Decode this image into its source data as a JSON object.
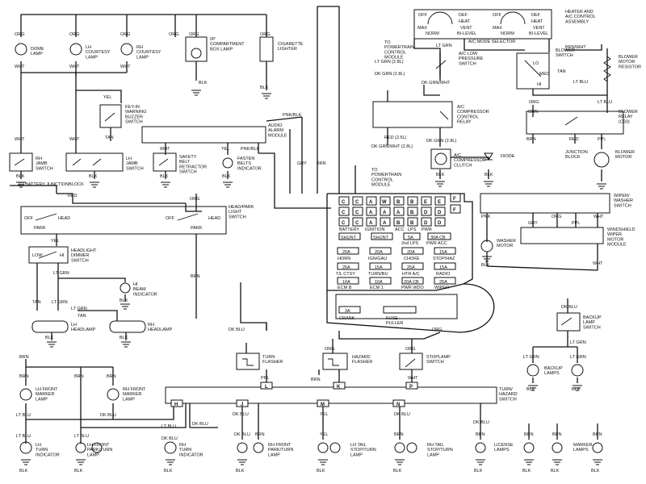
{
  "components": {
    "dome_lamp": "DOME\nLAMP",
    "lh_courtesy_lamp": "LH\nCOURTESY\nLAMP",
    "rh_courtesy_lamp": "RH\nCOURTESY\nLAMP",
    "ip_compartment_box_lamp": "I/P\nCOMPARTMENT\nBOX LAMP",
    "cigarette_lighter": "CIGARETTE\nLIGHTER",
    "key_in_warning_buzzer_switch": "KEY-IN\nWARNING\nBUZZER\nSWITCH",
    "audio_alarm_module": "AUDIO\nALARM\nMODULE",
    "rh_jamb_switch": "RH\nJAMB\nSWITCH",
    "lh_jamb_switch": "LH\nJAMB\nSWITCH",
    "safety_belt_retractor_switch": "SAFETY\nBELT\nRETRACTOR\nSWITCH",
    "fasten_belts_indicator": "FASTEN\nBELTS\nINDICATOR",
    "heater_ac_control_assembly": "HEATER AND\nA/C CONTROL\nASSEMBLY",
    "ac_mode_selector": "A/C MODE SELECTOR",
    "to_powertrain_control_module_1": "TO\nPOWERTRAIN\nCONTROL\nMODULE",
    "ac_low_pressure_switch": "A/C LOW\nPRESSURE\nSWITCH",
    "blower_switch": "BLOWER\nSWITCH",
    "blower_motor_resistor": "BLOWER\nMOTOR\nRESISTOR",
    "ac_compressor_control_relay": "A/C\nCOMPRESSOR\nCONTROL\nRELAY",
    "blower_relay": "BLOWER\nRELAY\n(C60)",
    "ac_compressor_clutch": "A/C\nCOMPRESSOR\nCLUTCH",
    "diode": "DIODE",
    "to_powertrain_control_module_2": "TO\nPOWERTRAIN\nCONTROL\nMODULE",
    "junction_block": "JUNCTION\nBLOCK",
    "blower_motor": "BLOWER\nMOTOR",
    "to_battery_junction_block": "TO BATTERY JUNCTIONBLOCK",
    "head_park_light_switch": "HEAD/PARK\nLIGHT\nSWITCH",
    "headlight_dimmer_switch": "HEADLIGHT\nDIMMER\nSWITCH",
    "hi_beam_indicator": "HI\nBEAM\nINDICATOR",
    "lh_headlamp": "LH\nHEADLAMP",
    "rh_headlamp": "RH\nHEADLAMP",
    "wiper_washer_switch": "WIPER/\nWASHER\nSWITCH",
    "washer_motor": "WASHER\nMOTOR",
    "windshield_wiper_motor_module": "WINDSHIELD\nWIPER\nMOTOR\nMODULE",
    "turn_flasher": "TURN\nFLASHER",
    "hazard_flasher": "HAZARD\nFLASHER",
    "stoplamp_switch": "STOPLAMP\nSWITCH",
    "backup_lamp_switch": "BACKUP\nLAMP\nSWITCH",
    "backup_lamps": "BACKUP\nLAMPS",
    "lh_front_marker_lamp": "LH FRONT\nMARKER\nLAMP",
    "rh_front_marker_lamp": "RH FRONT\nMARKER\nLAMP",
    "turn_hazard_switch": "TURN/\nHAZARD\nSWITCH",
    "lh_turn_indicator": "LH\nTURN\nINDICATOR",
    "lh_front_park_turn_lamp": "LH FRONT\nPARK/TURN\nLAMP",
    "rh_turn_indicator": "RH\nTURN\nINDICATOR",
    "rh_front_park_turn_lamp": "RH FRONT\nPARK/TURN\nLAMP",
    "lh_tail_stop_turn_lamp": "LH TAIL\nSTOP/TURN\nLAMP",
    "rh_tail_stop_turn_lamp": "RH TAIL\nSTOP/TURN\nLAMP",
    "license_lamps": "LICENSE\nLAMPS",
    "marker_lamps": "MARKER\nLAMPS",
    "fuse_puller": "FUSE\nPULLER"
  },
  "ac_positions": {
    "off_1": "OFF",
    "def_1": "DEF",
    "heat_1": "HEAT",
    "max_1": "MAX",
    "vent_1": "VENT",
    "norm_1": "NORM",
    "bi_level_1": "BI-LEVEL",
    "off_2": "OFF",
    "def_2": "DEF",
    "heat_2": "HEAT",
    "max_2": "MAX",
    "vent_2": "VENT",
    "norm_2": "NORM",
    "bi_level_2": "BI-LEVEL",
    "lo": "LO",
    "med": "MED",
    "hi": "HI"
  },
  "switch_positions": {
    "off": "OFF",
    "head": "HEAD",
    "park": "PARK",
    "low": "LOW",
    "hi": "HI",
    "off_b": "OFF",
    "head_b": "HEAD",
    "park_b": "PARK"
  },
  "wire_colors": {
    "org": "ORG",
    "wht": "WHT",
    "blk": "BLK",
    "tan": "TAN",
    "yel": "YEL",
    "pnk_blk": "PNK/BLK",
    "gry": "GRY",
    "brn": "BRN",
    "red": "RED",
    "lt_grn": "LT GRN",
    "dk_blu": "DK BLU",
    "lt_blu": "LT BLU",
    "ppl": "PPL",
    "pnk": "PNK",
    "brn_wht": "BRN/WHT",
    "dk_grn_wht": "DK GRN/WHT",
    "lt_grn_28": "LT GRN (2.8L)",
    "dk_grn_28": "DK GRN (2.8L)",
    "red_25": "RED (2.5L)",
    "dk_grn_wht_28": "DK GRN/WHT (2.8L)",
    "grn": "GRN"
  },
  "connectors": {
    "h": "H",
    "j": "J",
    "m": "M",
    "n": "N",
    "l": "L",
    "k": "K",
    "p": "P",
    "f": "F",
    "e": "E",
    "d": "D",
    "c": "C",
    "a": "A",
    "w": "W",
    "b": "B"
  },
  "fuse_block": {
    "top_labels": [
      "BATTERY",
      "IGNITION",
      "ACC",
      "LPS",
      "PWR"
    ],
    "shunt_1": "SHUNT",
    "shunt_2": "SHUNT",
    "fuse_5a": "5A",
    "fuse_30a_cb": "30A CB",
    "row2_labels": [
      "2nd LPS",
      "PWR ACC"
    ],
    "fuses": [
      {
        "amp": "20A",
        "name": "HORN"
      },
      {
        "amp": "20A",
        "name": "IGN/GAU"
      },
      {
        "amp": "20A",
        "name": "CHOKE"
      },
      {
        "amp": "15A",
        "name": "STOP/HAZ"
      },
      {
        "amp": "20A",
        "name": "T/L CTSY"
      },
      {
        "amp": "15A",
        "name": "TURN/BU"
      },
      {
        "amp": "25A",
        "name": "HTR A/C"
      },
      {
        "amp": "15A",
        "name": "RADIO"
      },
      {
        "amp": "10A",
        "name": "ECM B"
      },
      {
        "amp": "10A",
        "name": "ECM 1"
      },
      {
        "amp": "20A CB",
        "name": "PWR WDO"
      },
      {
        "amp": "25A",
        "name": "WIPER"
      }
    ],
    "crank_amp": "3A",
    "crank_name": "CRANK"
  }
}
